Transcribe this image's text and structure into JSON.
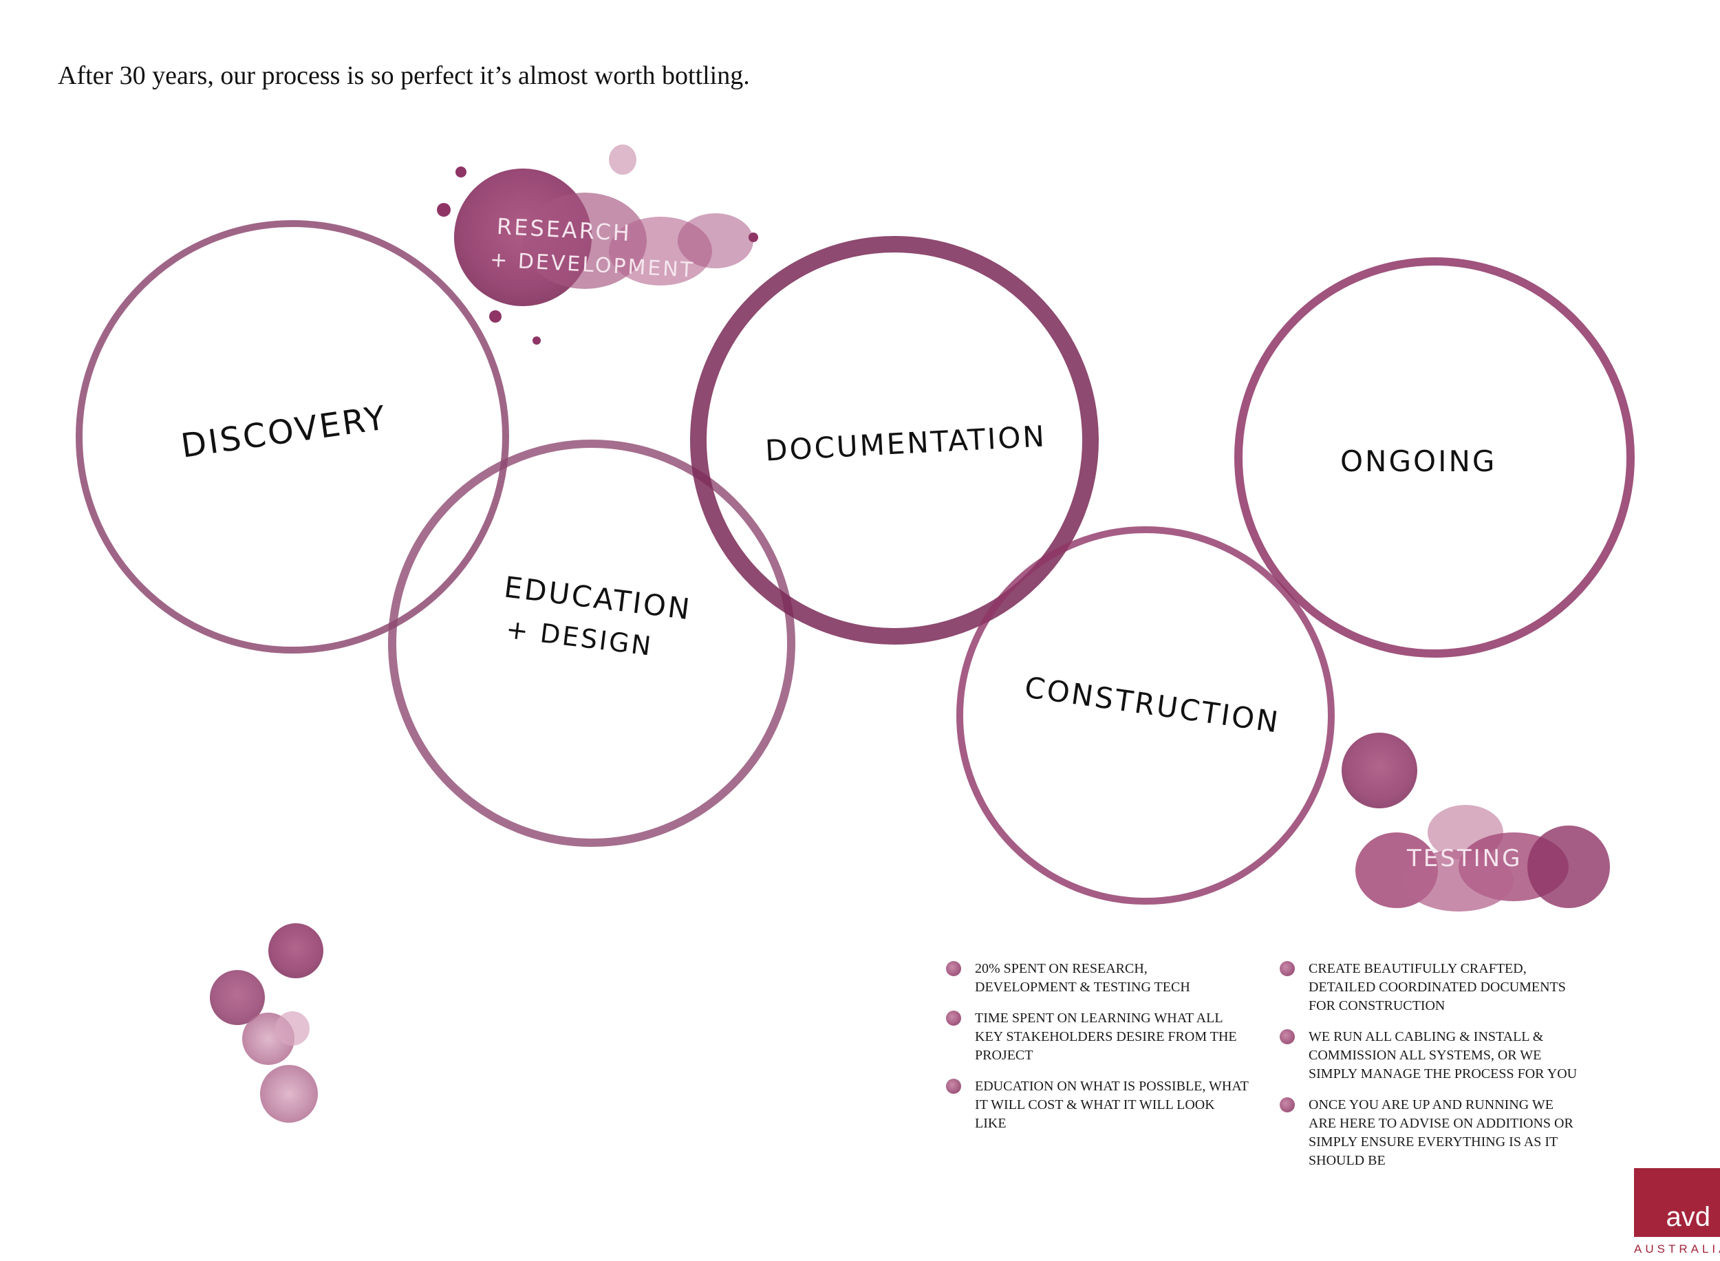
{
  "headline": "After 30 years, our process is so perfect it’s almost worth bottling.",
  "stages": {
    "discovery": "DISCOVERY",
    "research_line1": "RESEARCH",
    "research_line2": "+ DEVELOPMENT",
    "education_line1": "EDUCATION",
    "education_line2": "+ DESIGN",
    "documentation": "DOCUMENTATION",
    "ongoing": "ONGOING",
    "construction": "CONSTRUCTION",
    "testing": "TESTING"
  },
  "notes_left": [
    "20% SPENT ON RESEARCH, DEVELOPMENT & TESTING TECH",
    "TIME SPENT ON LEARNING WHAT ALL KEY STAKEHOLDERS DESIRE FROM THE PROJECT",
    "EDUCATION ON WHAT IS POSSIBLE, WHAT IT WILL COST & WHAT IT WILL LOOK LIKE"
  ],
  "notes_right": [
    "CREATE BEAUTIFULLY CRAFTED, DETAILED COORDINATED DOCUMENTS FOR CONSTRUCTION",
    "WE RUN ALL CABLING & INSTALL & COMMISSION ALL SYSTEMS, OR WE SIMPLY MANAGE THE PROCESS FOR YOU",
    "ONCE YOU ARE UP AND RUNNING WE ARE HERE TO ADVISE ON ADDITIONS OR SIMPLY ENSURE EVERYTHING IS AS IT SHOULD BE"
  ],
  "logo": {
    "text": "avd",
    "sub": "AUSTRALIA"
  },
  "colors": {
    "wine": "#8e3f6a",
    "wine_dark": "#6e2448",
    "logo": "#a3243b"
  }
}
